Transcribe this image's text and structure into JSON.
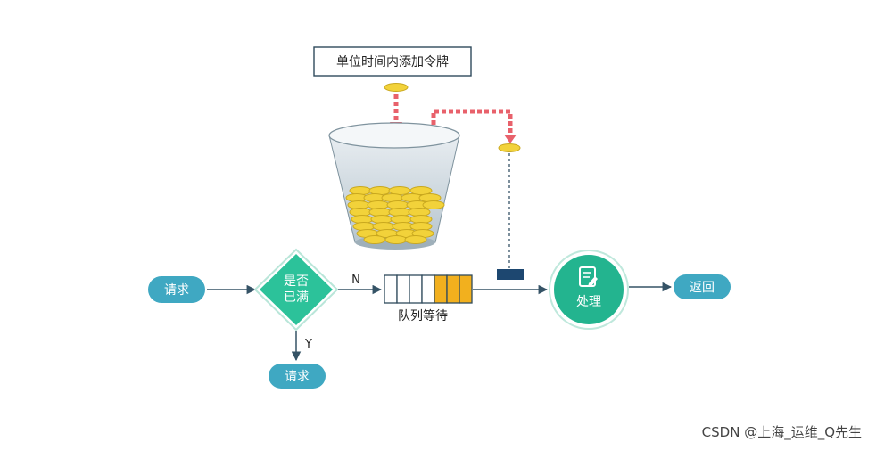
{
  "top_label": "单位时间内添加令牌",
  "request_label": "请求",
  "decision_label_line1": "是否",
  "decision_label_line2": "已满",
  "branch_no": "N",
  "branch_yes": "Y",
  "queue_label": "队列等待",
  "queue": {
    "total_slots": 7,
    "filled_slots": 3
  },
  "reject_label": "请求",
  "process_label": "处理",
  "process_icon": "document-edit-icon",
  "return_label": "返回",
  "watermark": "CSDN @上海_运维_Q先生",
  "colors": {
    "pill": "#3fa8c2",
    "diamond": "#2cc29a",
    "circle": "#23b48f",
    "coin": "#f2d23a",
    "dashed_arrow": "#e8616b",
    "arrow": "#355366",
    "queue_fill": "#f2b01e",
    "blocker": "#1d4770"
  }
}
